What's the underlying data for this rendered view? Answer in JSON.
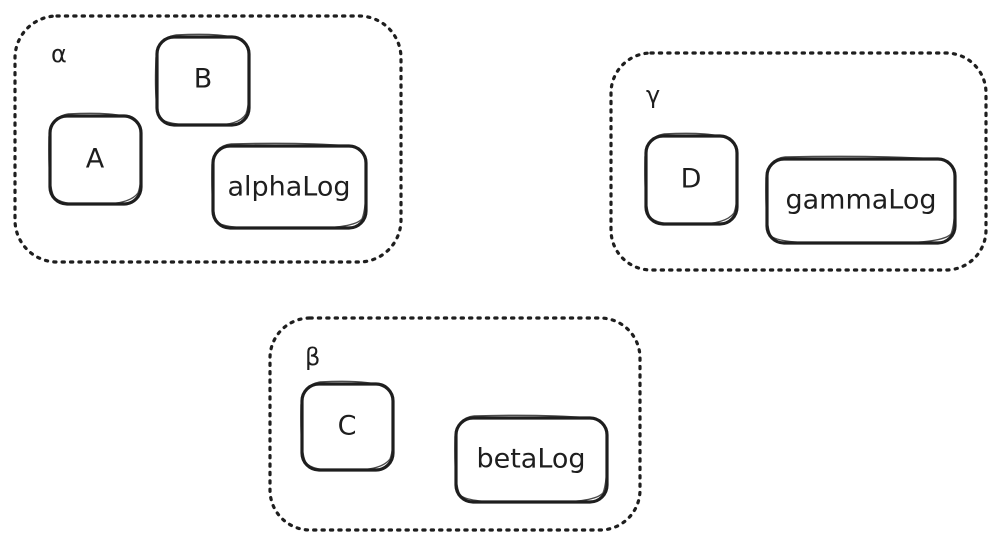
{
  "groups": {
    "alpha": {
      "label": "α"
    },
    "beta": {
      "label": "β"
    },
    "gamma": {
      "label": "γ"
    }
  },
  "nodes": {
    "a": {
      "label": "A"
    },
    "b": {
      "label": "B"
    },
    "c": {
      "label": "C"
    },
    "d": {
      "label": "D"
    },
    "alpha_log": {
      "label": "alphaLog"
    },
    "beta_log": {
      "label": "betaLog"
    },
    "gamma_log": {
      "label": "gammaLog"
    }
  }
}
